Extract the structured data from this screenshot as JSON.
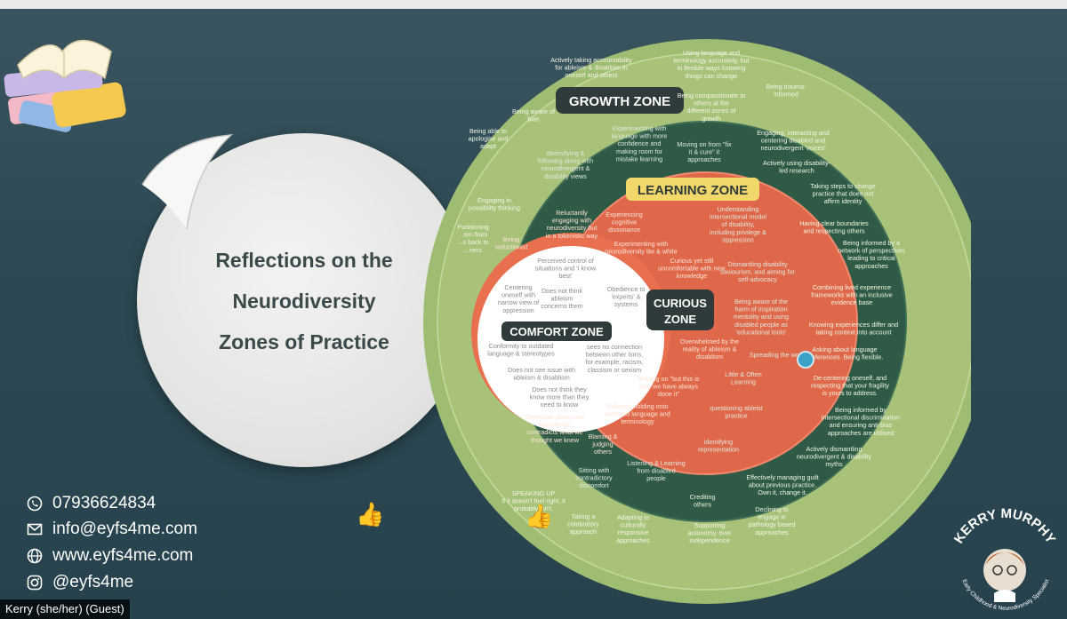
{
  "slide": {
    "title_lines": [
      "Reflections on the",
      "Neurodiversity",
      "Zones of Practice"
    ]
  },
  "zones": {
    "growth": {
      "title": "GROWTH ZONE",
      "items": [
        [
          "Actively taking accountability",
          "for ableism & disablism in",
          "oneself and others"
        ],
        [
          "Using language and",
          "terminology accurately, but",
          "in flexible ways knowing",
          "things can change"
        ],
        [
          "Being trauma-",
          "informed"
        ],
        [
          "Being aware of",
          "bias"
        ],
        [
          "Being compassionate to",
          "others at the",
          "different zones of",
          "growth"
        ],
        [
          "Being able to",
          "apologise and",
          "adapt"
        ],
        [
          "Engaging, interacting and",
          "centering disabled and",
          "neurodivergent 'voices'"
        ],
        [
          "Actively using disability-",
          "led research"
        ],
        [
          "Engaging in",
          "possibility thinking"
        ],
        [
          "Taking steps to change",
          "practice that does not",
          "affirm identity"
        ],
        [
          "Positioning",
          "...ren from",
          "...s back to",
          "...ners"
        ],
        [
          "Having clear boundaries",
          "and respecting others"
        ],
        [
          "Being informed by a",
          "network of perspectives",
          "leading to critical",
          "approaches"
        ],
        [
          "Combining lived experience",
          "frameworks with an inclusive",
          "evidence base"
        ],
        [
          "Knowing experiences differ and",
          "taking context into account"
        ],
        [
          "Asking about language",
          "preferences. Being flexible."
        ],
        [
          "De-centering oneself, and",
          "respecting that your fragility",
          "is yours to address."
        ],
        [
          "Being informed by",
          "intersectional discrimination",
          "and ensuring anti-bias",
          "approaches are utilised"
        ],
        [
          "Actively dismantling",
          "neurodivergent & disability",
          "myths"
        ],
        [
          "Effectively managing guilt",
          "about previous practice.",
          "Own it, change it."
        ],
        [
          "SPEAKING UP",
          "If it doesn't feel right, it",
          "probably isn't."
        ],
        [
          "Taking a",
          "celebratory",
          "approach"
        ],
        [
          "Adapting to",
          "culturally",
          "responsive",
          "approaches"
        ],
        [
          "Crediting",
          "others"
        ],
        [
          "Supporting",
          "autonomy, over",
          "independence"
        ],
        [
          "Declining to",
          "engage in",
          "pathology based",
          "approaches"
        ]
      ]
    },
    "learning": {
      "title": "LEARNING ZONE",
      "items": [
        [
          "Experimenting with",
          "language with more",
          "confidence and",
          "making room for",
          "mistake learning"
        ],
        [
          "Moving on from \"fix",
          "it & cure\" it",
          "approaches"
        ],
        [
          "diversifying &",
          "following along with",
          "neurodivergent &",
          "disability views"
        ],
        [
          "Understanding",
          "intersectional model",
          "of disability,",
          "including privilege &",
          "oppression"
        ],
        [
          "Dismantling disability",
          "saviourism, and aiming for",
          "self-advocacy"
        ],
        [
          "Being aware of the",
          "harm of inspiration",
          "mentality and using",
          "disabled people as",
          "'educational tools'"
        ],
        [
          "Spreading the word"
        ],
        [
          "Little & Often",
          "Learning"
        ],
        [
          "questioning ableist",
          "practice"
        ],
        [
          "identifying",
          "representation"
        ],
        [
          "Listening & Learning",
          "from disabled",
          "people"
        ],
        [
          "Sitting with",
          "contradictory",
          "discomfort"
        ]
      ]
    },
    "curious": {
      "title_lines": [
        "CURIOUS",
        "ZONE"
      ],
      "items": [
        [
          "Reluctantly",
          "engaging with",
          "neurodiversity but",
          "in a tokenistic way"
        ],
        [
          "Experiencing",
          "cognitive",
          "dissonance"
        ],
        [
          "Being",
          "reductionist"
        ],
        [
          "Experimenting with",
          "neurodiversity lite & white"
        ],
        [
          "Curious yet still",
          "uncomfortable with new",
          "knowledge"
        ],
        [
          "Overwhelmed by the",
          "reality of ableism &",
          "disablism"
        ],
        [
          "Relying on \"but this is",
          "how we have always",
          "done it\""
        ],
        [
          "Defiantly holding onto",
          "outdated language and",
          "terminology"
        ],
        [
          "Defensive when new",
          "knowledge",
          "contradicts what we",
          "thought we knew"
        ],
        [
          "Blaming &",
          "judging",
          "others"
        ]
      ]
    },
    "comfort": {
      "title": "COMFORT ZONE",
      "items": [
        [
          "Perceived control of",
          "situations and 'I know",
          "best'"
        ],
        [
          "Centering",
          "oneself with",
          "narrow view of",
          "oppression"
        ],
        [
          "Does not think",
          "ableism",
          "concerns them"
        ],
        [
          "Obedience to",
          "'experts' &",
          "systems"
        ],
        [
          "Conformity to outdated",
          "language & stereotypes"
        ],
        [
          "sees no connection",
          "between other isms,",
          "for example, racism,",
          "classism or sexism"
        ],
        [
          "Does not see issue with",
          "ableism & disablism"
        ],
        [
          "Does not think they",
          "know more than they",
          "need to know"
        ]
      ]
    }
  },
  "contacts": {
    "phone": "07936624834",
    "email": "info@eyfs4me.com",
    "website": "www.eyfs4me.com",
    "social": "@eyfs4me"
  },
  "participant": {
    "name": "Kerry (she/her) (Guest)"
  },
  "badge": {
    "name": "KERRY MURPHY",
    "subtitle": "Early Childhood & Neurodiversity Specialist"
  },
  "colors": {
    "background": "#2d4a54",
    "growth_ring": "#a8c27a",
    "learning_ring": "#2f5a45",
    "curious_ring": "#e0684a",
    "comfort_center": "#ffffff",
    "learning_title_bg": "#f2d86a",
    "zone_title_bg": "#2f3b3b"
  },
  "icons": [
    "books-icon",
    "phone-icon",
    "mail-icon",
    "globe-icon",
    "instagram-icon",
    "thumbs-up-icon",
    "pointer-icon",
    "avatar-icon"
  ]
}
